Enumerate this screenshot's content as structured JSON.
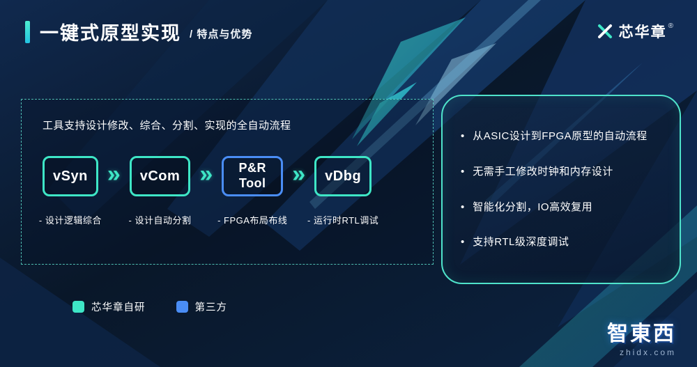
{
  "colors": {
    "accent": "#3ee6c6",
    "blue": "#4a8df5",
    "panel-border": "#4fe3cb"
  },
  "header": {
    "title": "一键式原型实现",
    "subtitle": "/ 特点与优势",
    "brand": "芯华章",
    "brand_reg": "®"
  },
  "flow_panel": {
    "caption": "工具支持设计修改、综合、分割、实现的全自动流程",
    "arrow_glyph": "»",
    "nodes": [
      {
        "label": "vSyn",
        "desc": "- 设计逻辑综合",
        "type": "芯华章自研"
      },
      {
        "label": "vCom",
        "desc": "- 设计自动分割",
        "type": "芯华章自研"
      },
      {
        "label": "P&R Tool",
        "desc": "- FPGA布局布线",
        "type": "第三方"
      },
      {
        "label": "vDbg",
        "desc": "- 运行时RTL调试",
        "type": "芯华章自研"
      }
    ]
  },
  "features_panel": {
    "bullet": "•",
    "items": [
      "从ASIC设计到FPGA原型的自动流程",
      "无需手工修改时钟和内存设计",
      "智能化分割，IO高效复用",
      "支持RTL级深度调试"
    ]
  },
  "legend": {
    "items": [
      {
        "label": "芯华章自研",
        "color": "#3ee6c6"
      },
      {
        "label": "第三方",
        "color": "#4a8df5"
      }
    ]
  },
  "watermark": {
    "brand": "智東西",
    "url": "zhidx.com"
  }
}
